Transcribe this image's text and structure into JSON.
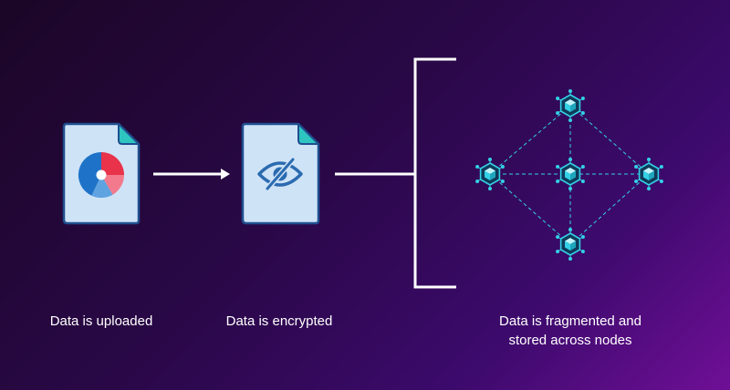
{
  "steps": [
    {
      "label": "Data is uploaded"
    },
    {
      "label": "Data is encrypted"
    },
    {
      "label": "Data is fragmented and stored across nodes"
    }
  ],
  "icons": {
    "uploaded": "pie-chart-document-icon",
    "encrypted": "hidden-eye-document-icon",
    "node": "cube-node-icon"
  },
  "colors": {
    "background_start": "#1b0626",
    "background_end": "#6f0f96",
    "document_fill": "#cfe3f7",
    "document_outline": "#1f4f8f",
    "document_corner": "#2ec5c0",
    "pie_red": "#e8334a",
    "pie_pink": "#f27a8c",
    "pie_blue": "#1e73c8",
    "pie_lightblue": "#5fa3e0",
    "eye": "#2b6bb0",
    "node": "#33d1e6",
    "connector": "#ffffff"
  }
}
